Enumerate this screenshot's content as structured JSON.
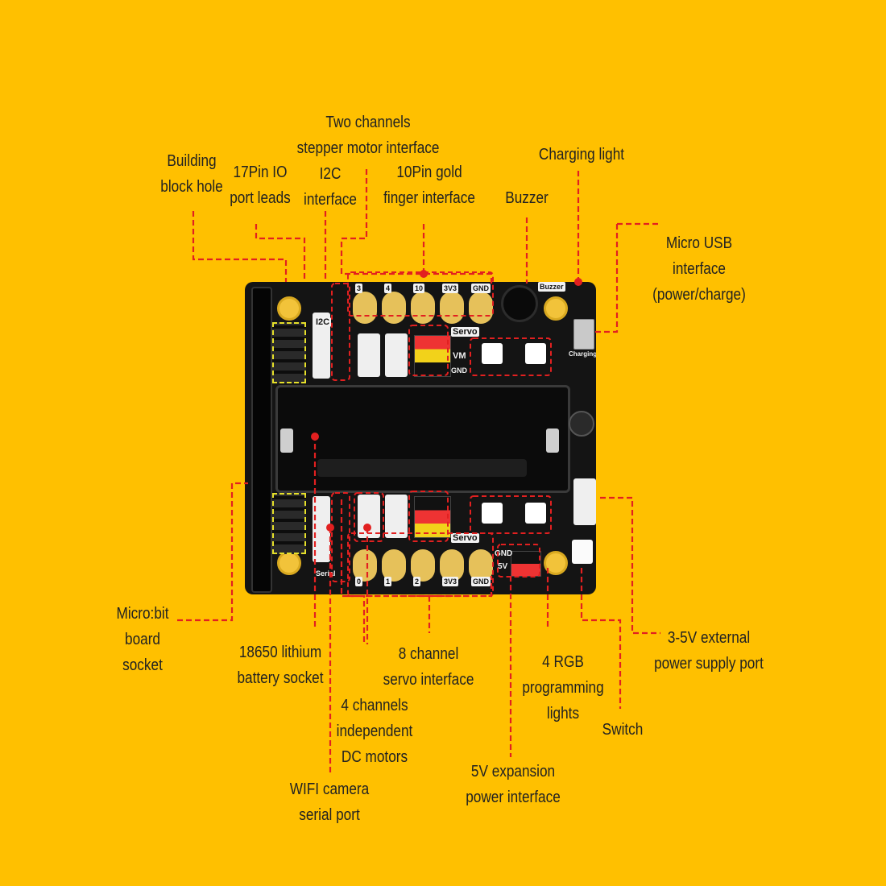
{
  "colors": {
    "background": "#FFC000",
    "board": "#141414",
    "leader": "#E22020",
    "gold_pad": "#E6C15A",
    "connector": "#EFEFEF"
  },
  "labels": {
    "building_block_hole": "Building\nblock hole",
    "pin_io": "17Pin IO\nport leads",
    "stepper": "Two channels\nstepper motor interface",
    "i2c": "I2C\ninterface",
    "gold_finger": "10Pin gold\nfinger interface",
    "charging_light": "Charging light",
    "buzzer": "Buzzer",
    "micro_usb": "Micro USB interface\n(power/charge)",
    "microbit_socket": "Micro:bit\nboard socket",
    "battery_socket": "18650 lithium\nbattery socket",
    "servo_8ch": "8 channel\nservo interface",
    "rgb_lights": "4 RGB\nprogramming\nlights",
    "external_power": "3-5V external\npower supply port",
    "dc_motors": "4 channels\nindependent\nDC motors",
    "switch": "Switch",
    "expansion_5v": "5V expansion\npower interface",
    "wifi_serial": "WIFI camera\nserial port"
  },
  "board_silkscreen": {
    "top_pads": [
      "3",
      "4",
      "10",
      "3V3",
      "GND"
    ],
    "bottom_pads": [
      "0",
      "1",
      "2",
      "3V3",
      "GND"
    ],
    "i2c": "I2C",
    "servo": "Servo",
    "buzzer": "Buzzer",
    "charging": "Charging",
    "vm": "VM",
    "gnd": "GND",
    "five_v": "5V",
    "serial": "Serial"
  }
}
